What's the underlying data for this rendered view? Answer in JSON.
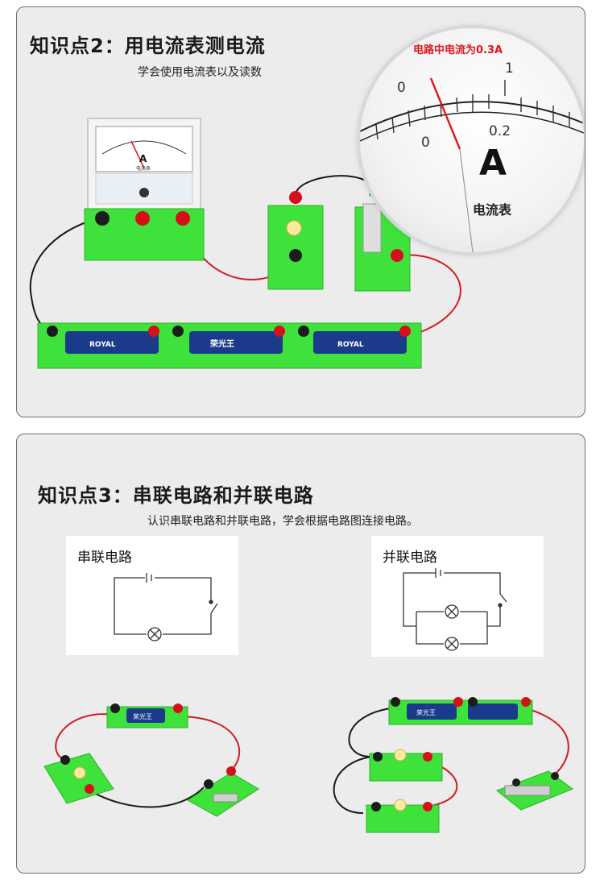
{
  "section1": {
    "title": "知识点2：用电流表测电流",
    "subtitle": "学会使用电流表以及读数",
    "magnifier": {
      "annotation": "电路中电流为0.3A",
      "scale_labels_top": [
        "0",
        "1"
      ],
      "scale_labels_bottom": [
        "0",
        "0.2"
      ],
      "unit": "A",
      "meter_name": "电流表"
    },
    "photo": {
      "ammeter_unit": "A",
      "ammeter_name": "电流表",
      "battery_brand": "ROYAL",
      "battery_brand_cn": "荣光王"
    }
  },
  "section2": {
    "title": "知识点3：串联电路和并联电路",
    "subtitle": "认识串联电路和并联电路，学会根据电路图连接电路。",
    "series_title": "串联电路",
    "parallel_title": "并联电路",
    "photo": {
      "battery_brand_cn": "荣光王"
    }
  },
  "colors": {
    "kit_green": "#3fe23a",
    "terminal_red": "#d5101b",
    "terminal_black": "#1c1c1c",
    "wire_red": "#d01c22",
    "wire_black": "#1a1a1a",
    "annotation_red": "#e0161b",
    "battery_blue": "#1b3a8c"
  }
}
